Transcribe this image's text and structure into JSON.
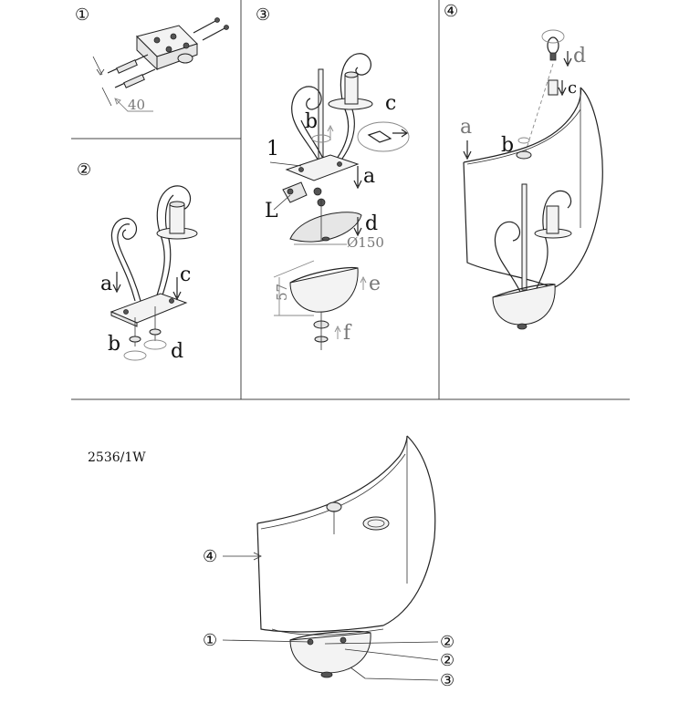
{
  "panels": {
    "p1": {
      "step": "①",
      "dimension": "40"
    },
    "p2": {
      "step": "②",
      "labels": {
        "a": "a",
        "b": "b",
        "c": "c",
        "d": "d"
      }
    },
    "p3": {
      "step": "③",
      "labels": {
        "one": "1",
        "b": "b",
        "c": "c",
        "L": "L",
        "a": "a",
        "d": "d",
        "dia": "Ø150",
        "e": "e",
        "f": "f",
        "h": "57"
      }
    },
    "p4": {
      "step": "④",
      "labels": {
        "a": "a",
        "b": "b",
        "c": "c",
        "d": "d"
      }
    }
  },
  "overview": {
    "model": "2536/1W",
    "callouts": {
      "shade": "④",
      "base": "①",
      "arm_top": "②",
      "arm_bottom": "②",
      "canopy": "③"
    }
  }
}
